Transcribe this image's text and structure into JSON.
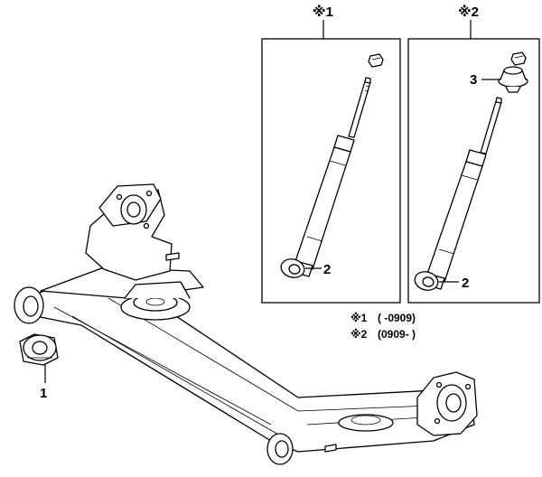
{
  "callouts": {
    "bushing_front": "1",
    "bushing_shock_1": "2",
    "bushing_shock_2": "2",
    "upper_support": "3"
  },
  "panels": [
    {
      "marker": "※1"
    },
    {
      "marker": "※2"
    }
  ],
  "notes": [
    {
      "marker": "※1",
      "text": "(      -0909)"
    },
    {
      "marker": "※2",
      "text": "(0909-      )"
    }
  ]
}
